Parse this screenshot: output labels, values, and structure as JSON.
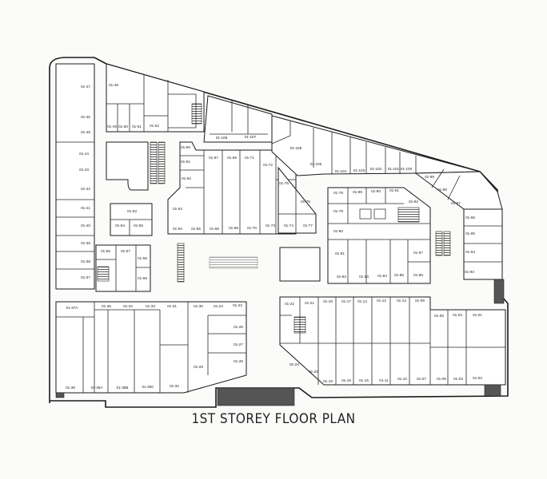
{
  "title": "1ST STOREY FLOOR PLAN",
  "units": [
    "01-47",
    "01-46",
    "01-45",
    "01-44",
    "01-43",
    "01-42",
    "01-41",
    "01-40",
    "01-39",
    "01-38",
    "01-37",
    "01-48",
    "01-49",
    "01-50",
    "01-51",
    "01-52",
    "01-60",
    "01-61",
    "01-62",
    "01-63",
    "01-64",
    "01-65",
    "01-66",
    "01-68",
    "01-70",
    "01-73",
    "01-67",
    "01-69",
    "01-71",
    "01-72",
    "01-108",
    "01-107",
    "01-53",
    "01-54",
    "01-55",
    "01-56",
    "01-57",
    "01-58",
    "01-59",
    "01-109",
    "01-105",
    "01-104",
    "01-103",
    "01-102",
    "01-101",
    "01-100",
    "01-99",
    "01-98",
    "01-97",
    "01-96",
    "01-95",
    "01-94",
    "01-93",
    "01-76",
    "01-75",
    "01-74",
    "01-77",
    "01-78",
    "01-89",
    "01-90",
    "01-91",
    "01-92",
    "01-79",
    "01-80",
    "01-81",
    "01-82",
    "01-83",
    "01-84",
    "01-85",
    "01-86",
    "01-87",
    "01-37A",
    "01-35",
    "01-34",
    "01-33",
    "01-31",
    "01-30",
    "01-24",
    "01-23",
    "01-26",
    "01-27",
    "01-28",
    "01-29",
    "01-36",
    "01-36A",
    "01-36B",
    "01-36C",
    "01-32",
    "01-22",
    "01-21",
    "01-18",
    "01-17",
    "01-14",
    "01-12",
    "01-13",
    "01-09",
    "01-05",
    "01-04",
    "01-01",
    "01-23",
    "01-20",
    "01-19",
    "01-16",
    "01-15",
    "01-11",
    "01-10",
    "01-07",
    "01-06",
    "01-03",
    "01-02"
  ],
  "colors": {
    "line": "#1a1a1a",
    "paper": "#fbfbf9"
  }
}
